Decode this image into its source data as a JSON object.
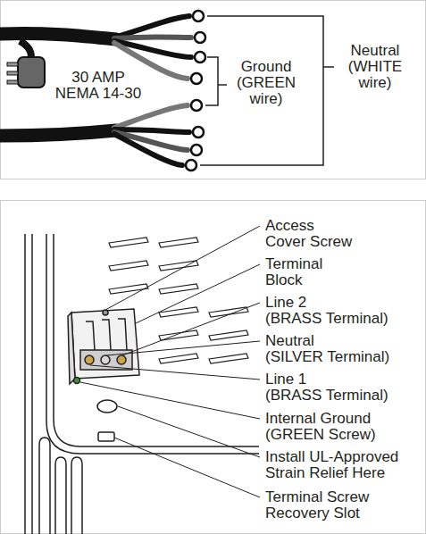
{
  "diagram": {
    "labels": [
      "30 AMP NEMA 14-30",
      "Ground (GREEN wire)",
      "Neutral (WHITE wire)",
      "Access Cover Screw",
      "Terminal Block",
      "Line 2 (BRASS Terminal)",
      "Neutral (SILVER Terminal)",
      "Line 1 (BRASS Terminal)",
      "Internal Ground (GREEN Screw)",
      "Install UL-Approved Strain Relief Here",
      "Terminal Screw Recovery Slot"
    ]
  }
}
